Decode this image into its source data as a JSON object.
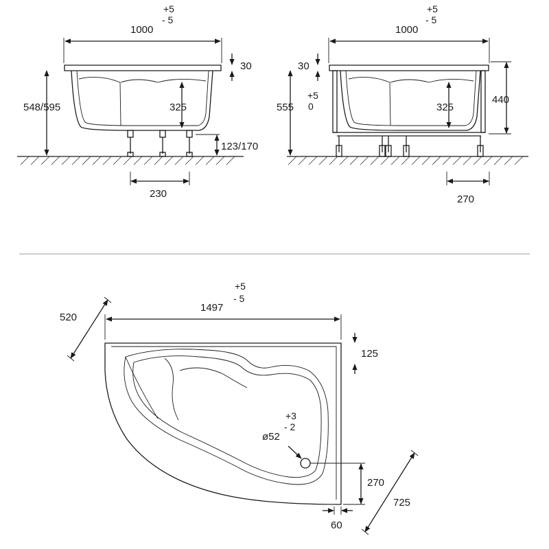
{
  "front_view": {
    "width": "1000",
    "width_tol_plus": "+5",
    "width_tol_minus": "- 5",
    "rim_height": "30",
    "total_height": "548/595",
    "depth": "325",
    "leg_height": "123/170",
    "leg_spacing": "230"
  },
  "side_view": {
    "width": "1000",
    "width_tol_plus": "+5",
    "width_tol_minus": "- 5",
    "rim_height": "30",
    "total_height": "555",
    "height_tol_plus": "+5",
    "height_tol_minus": "0",
    "depth": "325",
    "frame_height": "440",
    "leg_spacing": "270"
  },
  "plan_view": {
    "length": "1497",
    "length_tol_plus": "+5",
    "length_tol_minus": "- 5",
    "diagonal_top": "520",
    "rim_offset": "125",
    "drain_tol_plus": "+3",
    "drain_tol_minus": "- 2",
    "drain_diameter": "ø52",
    "drain_offset": "270",
    "corner_offset": "60",
    "diagonal_bottom": "725"
  }
}
